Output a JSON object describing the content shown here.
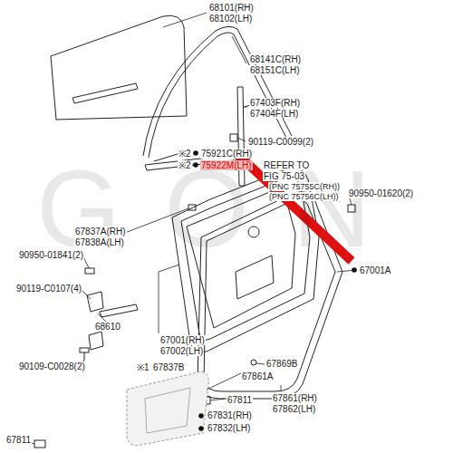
{
  "diagram": {
    "labels": [
      "68101(RH)",
      "68102(LH)",
      "68141C(RH)",
      "68151C(LH)",
      "67403F(RH)",
      "67404F(LH)",
      "90119-C0099(2)",
      "※2",
      "75921C(RH)",
      "※2",
      "75922M(LH)",
      "REFER TO",
      "FIG 75-03",
      "(PNC 75755C(RH))",
      "(PNC 75756C(LH))",
      "90950-01620(2)",
      "67837A(RH)",
      "67838A(LH)",
      "90950-01841(2)",
      "90119-C0107(4)",
      "67001A",
      "68610",
      "67001(RH)",
      "67002(LH)",
      "90109-C0028(2)",
      "※1",
      "67837B",
      "67869B",
      "67861A",
      "67861(RH)",
      "67862(LH)",
      "67811",
      "67831(RH)",
      "67832(LH)",
      "67811",
      "GON"
    ]
  }
}
